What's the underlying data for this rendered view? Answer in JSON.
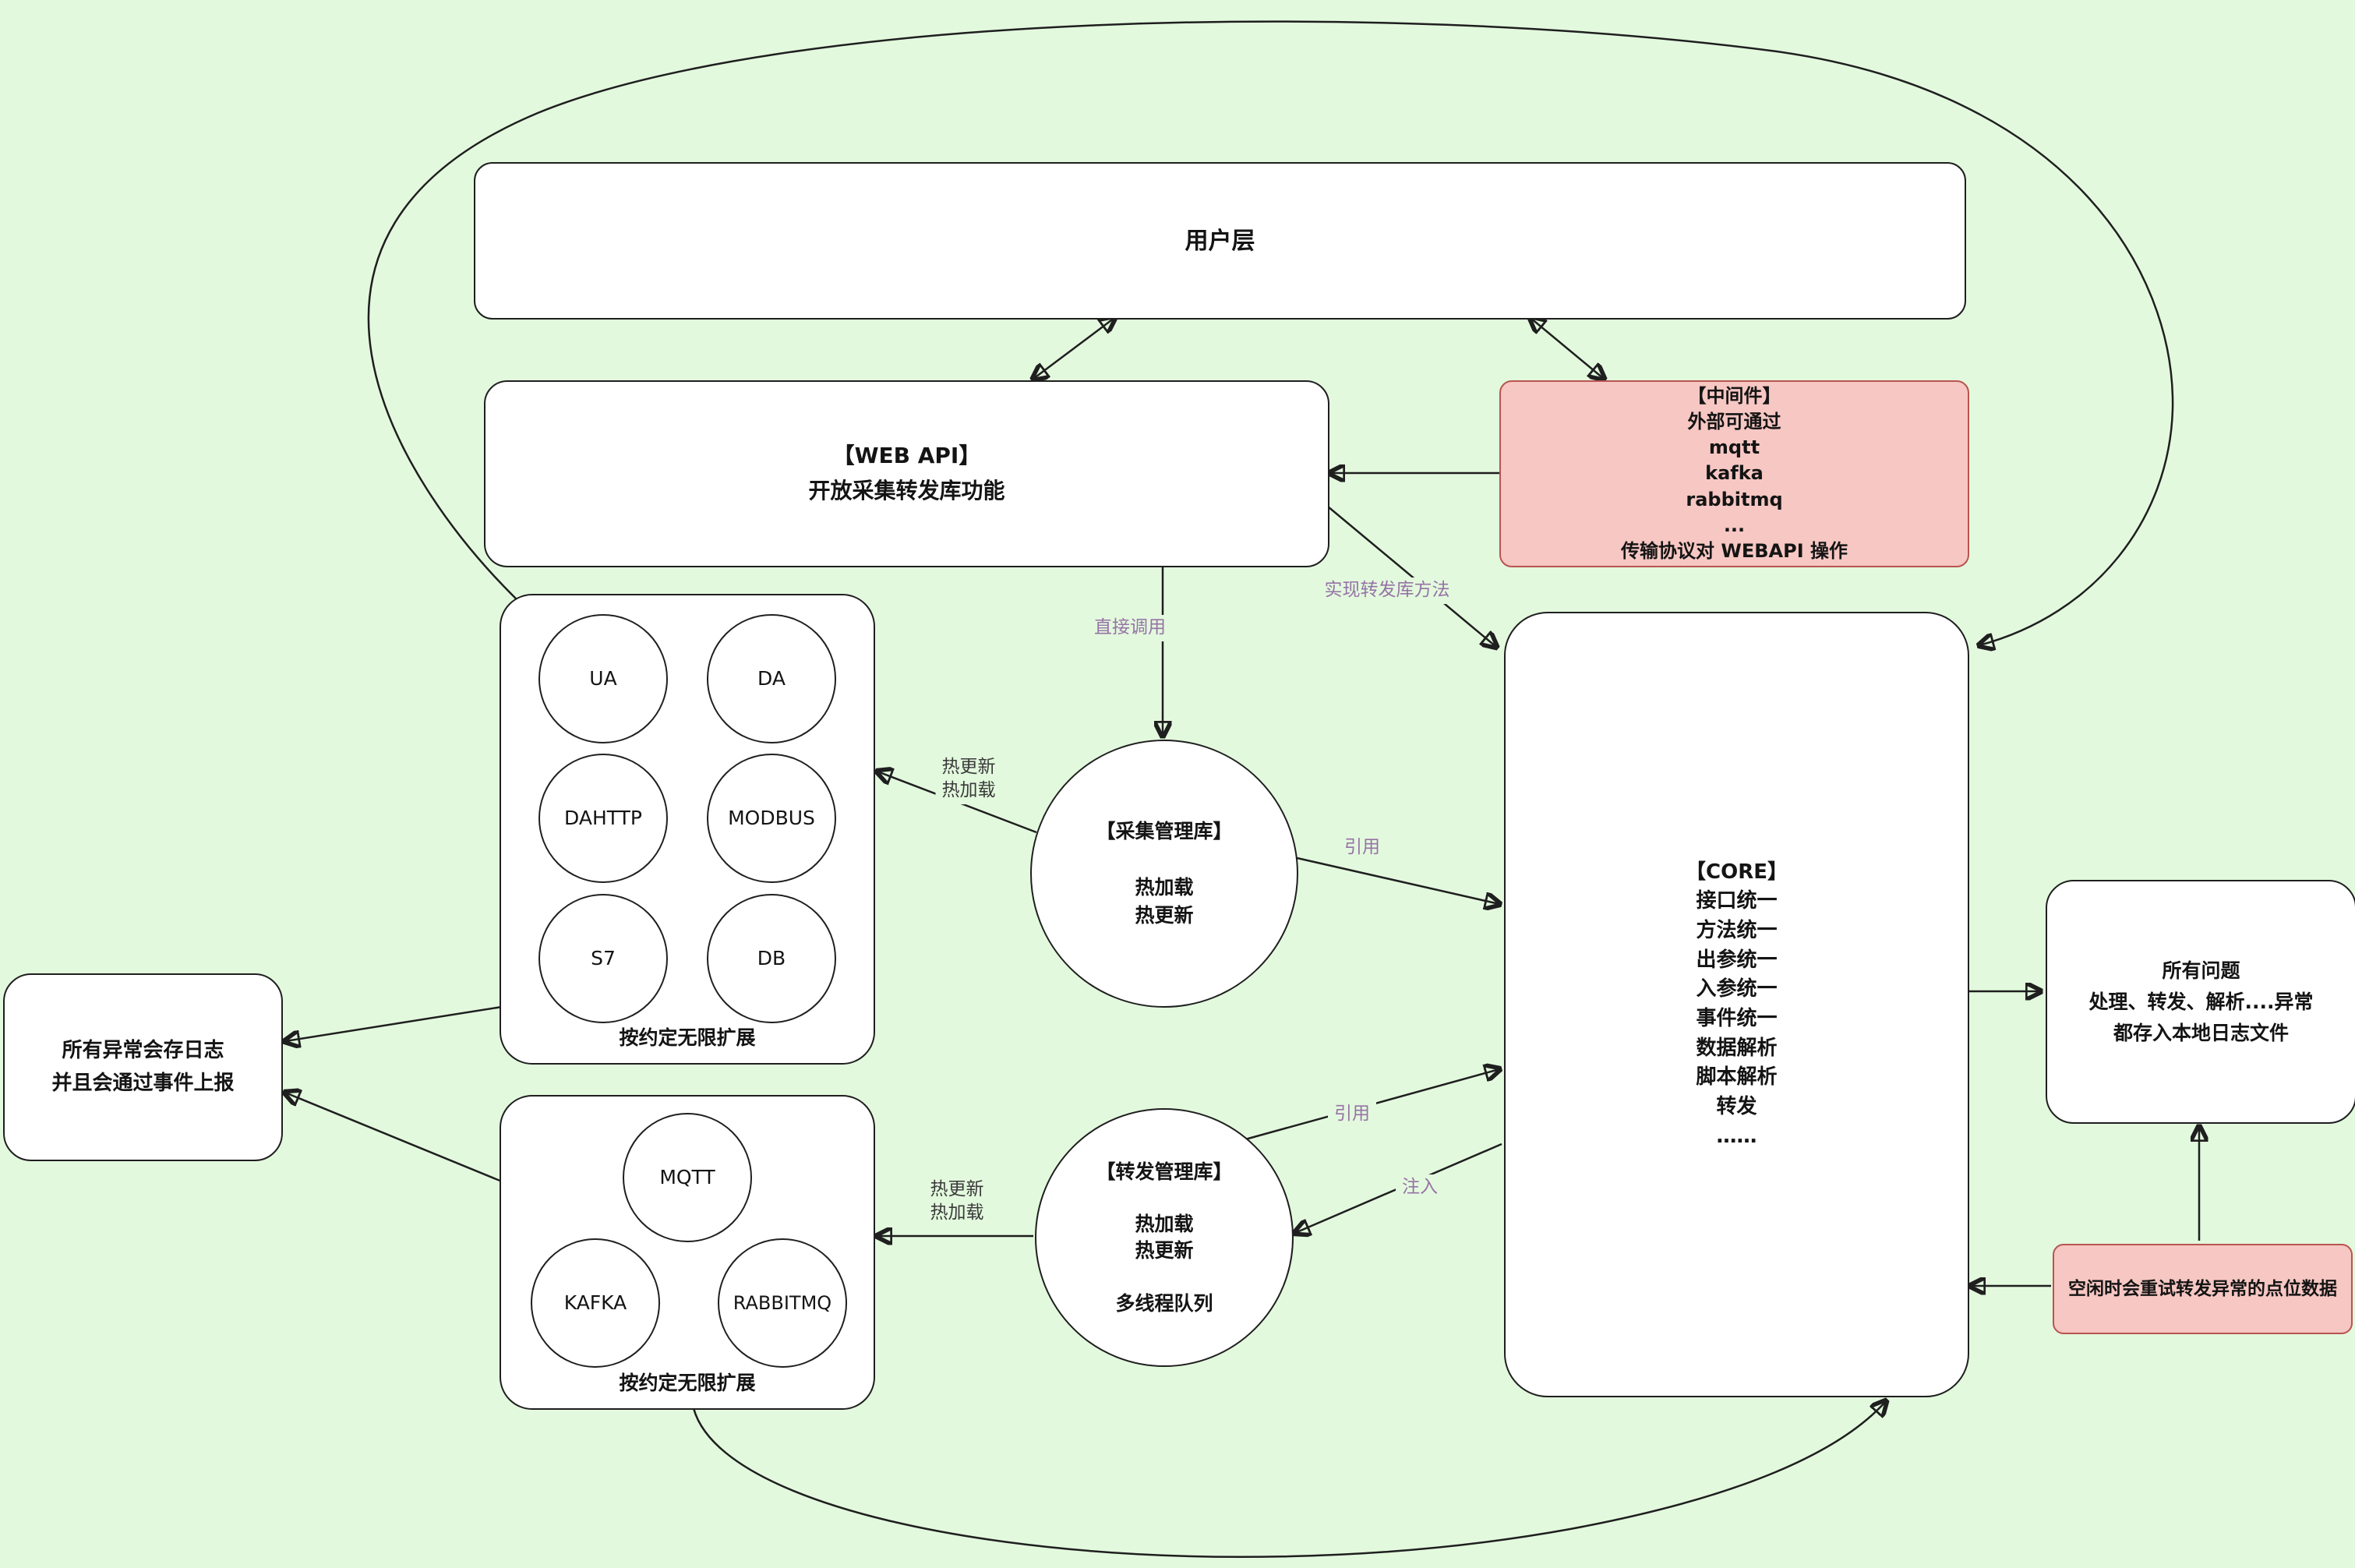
{
  "colors": {
    "background": "#e3f9de",
    "node_fill": "#ffffff",
    "node_stroke": "#1f1f1f",
    "pink_fill": "#f6c7c3",
    "pink_stroke": "#b85450",
    "edge_label_purple": "#9673a6",
    "edge_label_gray": "#3a3a3a"
  },
  "nodes": {
    "user_layer": "用户层",
    "web_api": "【WEB API】\n开放采集转发库功能",
    "middleware": "【中间件】\n外部可通过\nmqtt\nkafka\nrabbitmq\n...\n传输协议对 WEBAPI 操作",
    "core": "【CORE】\n接口统一\n方法统一\n出参统一\n入参统一\n事件统一\n数据解析\n脚本解析\n转发\n……",
    "collect_manager": "【采集管理库】\n\n热加载\n热更新",
    "forward_manager": "【转发管理库】\n\n热加载\n热更新\n\n多线程队列",
    "errors_log": "所有异常会存日志\n并且会通过事件上报",
    "issues": "所有问题\n处理、转发、解析....异常\n都存入本地日志文件",
    "retry": "空闲时会重试转发异常的点位数据",
    "collect_plugins": {
      "items": [
        "UA",
        "DA",
        "DAHTTP",
        "MODBUS",
        "S7",
        "DB"
      ],
      "caption": "按约定无限扩展"
    },
    "forward_plugins": {
      "items": [
        "MQTT",
        "KAFKA",
        "RABBITMQ"
      ],
      "caption": "按约定无限扩展"
    }
  },
  "edge_labels": {
    "direct_call": "直接调用",
    "implement_forward": "实现转发库方法",
    "reference_collect": "引用",
    "reference_forward": "引用",
    "inject": "注入",
    "hot_update_collect": "热更新\n热加载",
    "hot_update_forward": "热更新\n热加载"
  }
}
